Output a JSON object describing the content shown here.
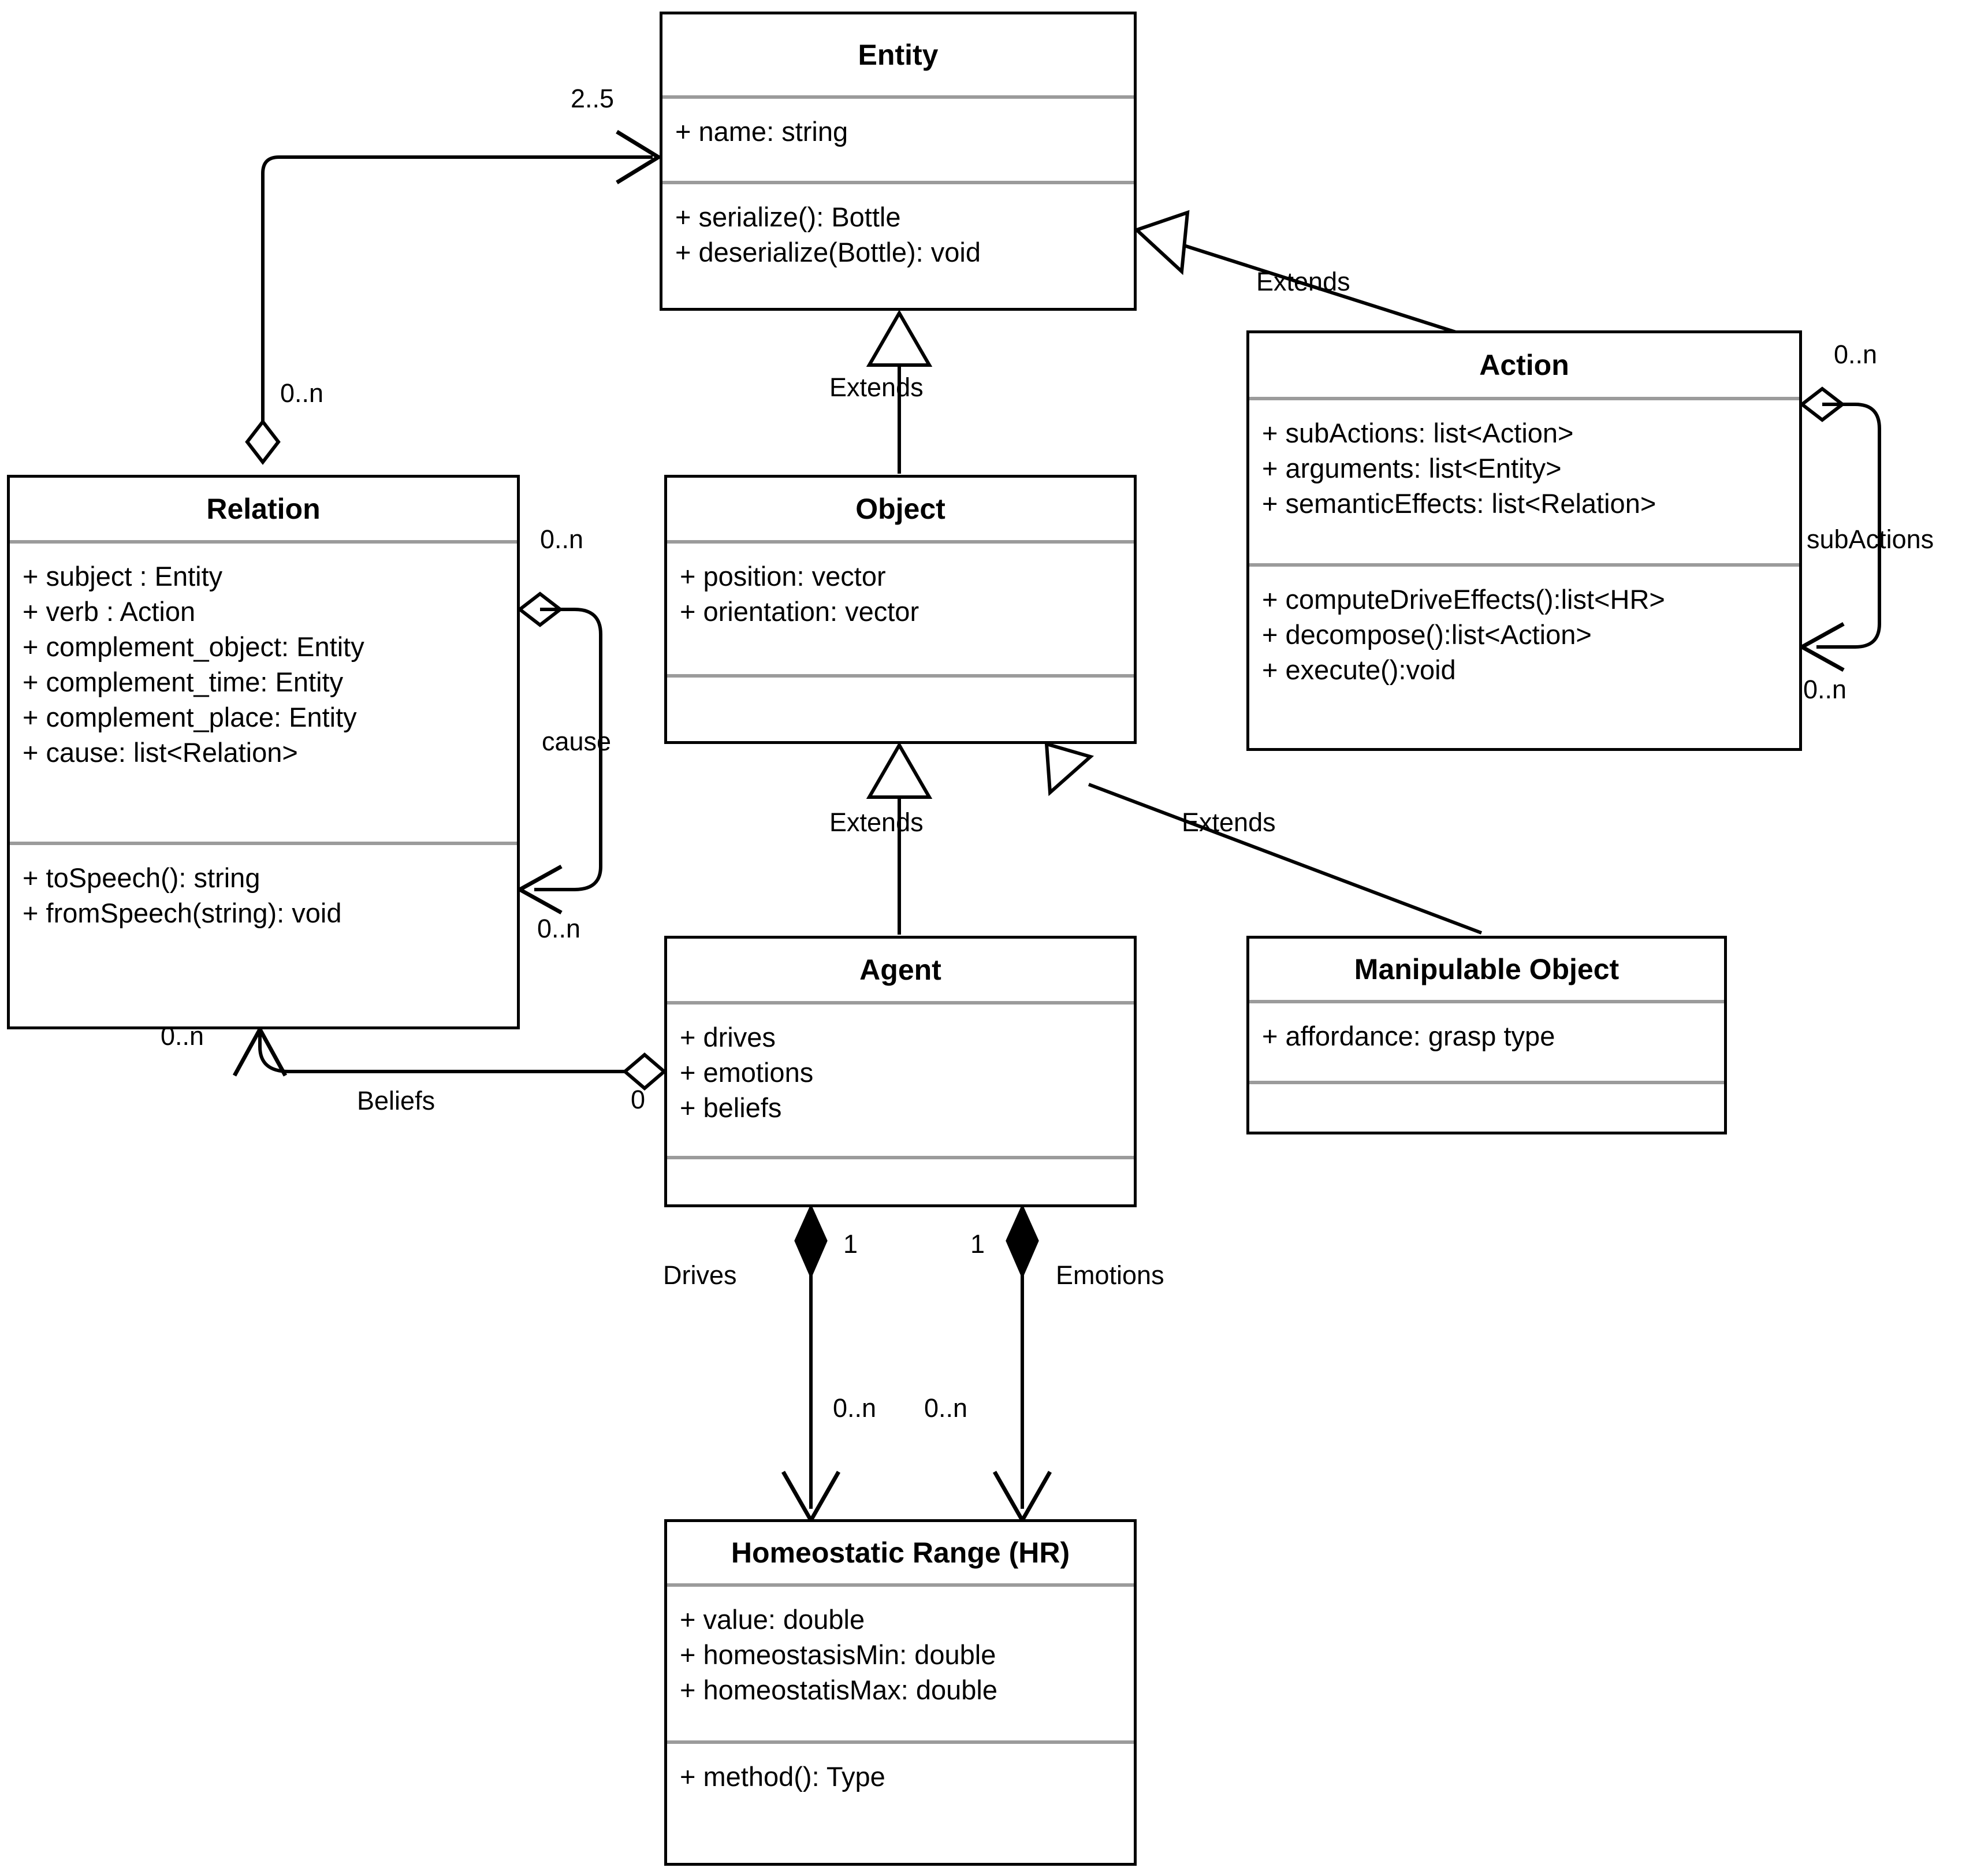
{
  "diagram": {
    "type": "uml-class-diagram",
    "classes": [
      {
        "id": "entity",
        "name": "Entity",
        "attributes": [
          "+ name: string"
        ],
        "methods": [
          "+ serialize(): Bottle",
          "+ deserialize(Bottle): void"
        ]
      },
      {
        "id": "relation",
        "name": "Relation",
        "attributes": [
          "+ subject : Entity",
          "+ verb : Action",
          "+ complement_object: Entity",
          "+ complement_time: Entity",
          "+ complement_place: Entity",
          "+ cause: list<Relation>"
        ],
        "methods": [
          "+ toSpeech(): string",
          "+ fromSpeech(string): void"
        ]
      },
      {
        "id": "object",
        "name": "Object",
        "attributes": [
          "+ position: vector",
          "+ orientation: vector"
        ],
        "methods": []
      },
      {
        "id": "action",
        "name": "Action",
        "attributes": [
          "+ subActions: list<Action>",
          "+ arguments: list<Entity>",
          "+ semanticEffects: list<Relation>"
        ],
        "methods": [
          "+ computeDriveEffects():list<HR>",
          "+ decompose():list<Action>",
          "+ execute():void"
        ]
      },
      {
        "id": "agent",
        "name": "Agent",
        "attributes": [
          "+ drives",
          "+ emotions",
          "+ beliefs"
        ],
        "methods": []
      },
      {
        "id": "manipulable_object",
        "name": "Manipulable Object",
        "attributes": [
          "+ affordance: grasp type"
        ],
        "methods": []
      },
      {
        "id": "homeostatic_range",
        "name": "Homeostatic Range (HR)",
        "attributes": [
          "+ value: double",
          "+ homeostasisMin: double",
          "+ homeostatisMax: double"
        ],
        "methods": [
          "+ method(): Type"
        ]
      }
    ],
    "relationships": [
      {
        "id": "rel_entity_agg",
        "from": "relation",
        "to": "entity",
        "kind": "aggregation",
        "source_multiplicity": "0..n",
        "target_multiplicity": "2..5",
        "label": ""
      },
      {
        "id": "action_extends",
        "from": "action",
        "to": "entity",
        "kind": "generalization",
        "label": "Extends"
      },
      {
        "id": "object_extends",
        "from": "object",
        "to": "entity",
        "kind": "generalization",
        "label": "Extends"
      },
      {
        "id": "agent_extends",
        "from": "agent",
        "to": "object",
        "kind": "generalization",
        "label": "Extends"
      },
      {
        "id": "manip_extends",
        "from": "manipulable_object",
        "to": "object",
        "kind": "generalization",
        "label": "Extends"
      },
      {
        "id": "relation_cause",
        "from": "relation",
        "to": "relation",
        "kind": "aggregation",
        "source_multiplicity": "0..n",
        "target_multiplicity": "0..n",
        "label": "cause"
      },
      {
        "id": "action_subactions",
        "from": "action",
        "to": "action",
        "kind": "aggregation",
        "source_multiplicity": "0..n",
        "target_multiplicity": "0..n",
        "label": "subActions"
      },
      {
        "id": "agent_beliefs",
        "from": "agent",
        "to": "relation",
        "kind": "aggregation",
        "source_multiplicity": "0",
        "target_multiplicity": "0..n",
        "label": "Beliefs"
      },
      {
        "id": "agent_drives",
        "from": "agent",
        "to": "homeostatic_range",
        "kind": "composition",
        "source_multiplicity": "1",
        "target_multiplicity": "0..n",
        "label": "Drives"
      },
      {
        "id": "agent_emotions",
        "from": "agent",
        "to": "homeostatic_range",
        "kind": "composition",
        "source_multiplicity": "1",
        "target_multiplicity": "0..n",
        "label": "Emotions"
      }
    ],
    "edge_labels": {
      "entity_target_mult": "2..5",
      "relation_source_mult": "0..n",
      "action_extends": "Extends",
      "object_extends": "Extends",
      "agent_extends": "Extends",
      "manip_extends": "Extends",
      "cause": "cause",
      "cause_top_mult": "0..n",
      "cause_bottom_mult": "0..n",
      "subactions": "subActions",
      "subactions_top_mult": "0..n",
      "subactions_bottom_mult": "0..n",
      "beliefs": "Beliefs",
      "beliefs_relation_mult": "0..n",
      "beliefs_agent_mult": "0",
      "drives": "Drives",
      "drives_agent_mult": "1",
      "drives_hr_mult": "0..n",
      "emotions": "Emotions",
      "emotions_agent_mult": "1",
      "emotions_hr_mult": "0..n"
    },
    "colors": {
      "stroke": "#000000",
      "separator": "#9b9b9b",
      "background": "#ffffff"
    }
  }
}
